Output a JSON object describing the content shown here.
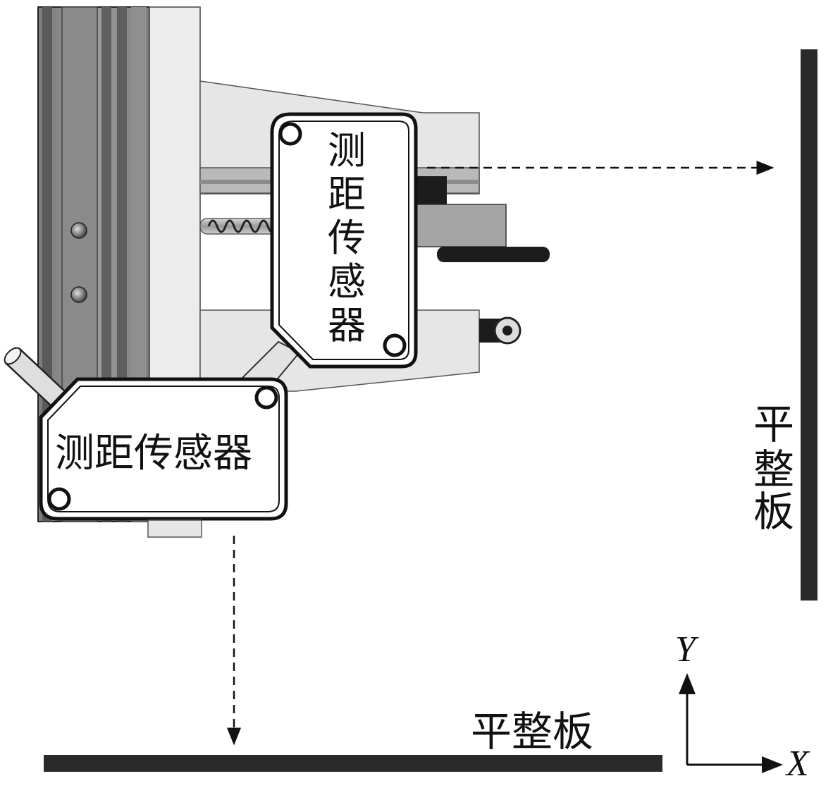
{
  "labels": {
    "sensor_vertical": [
      "测",
      "距",
      "传",
      "感",
      "器"
    ],
    "sensor_horizontal": "测距传感器",
    "plate_vertical": [
      "平",
      "整",
      "板"
    ],
    "plate_horizontal": "平整板",
    "axis_x": "X",
    "axis_y": "Y"
  },
  "colors": {
    "plate": "#2a2a2a",
    "ink": "#111111",
    "rail_dark": "#6f6f6f",
    "rail_mid": "#9a9a9a",
    "panel_light": "#e9e9e9",
    "sensor_face": "#ffffff"
  }
}
